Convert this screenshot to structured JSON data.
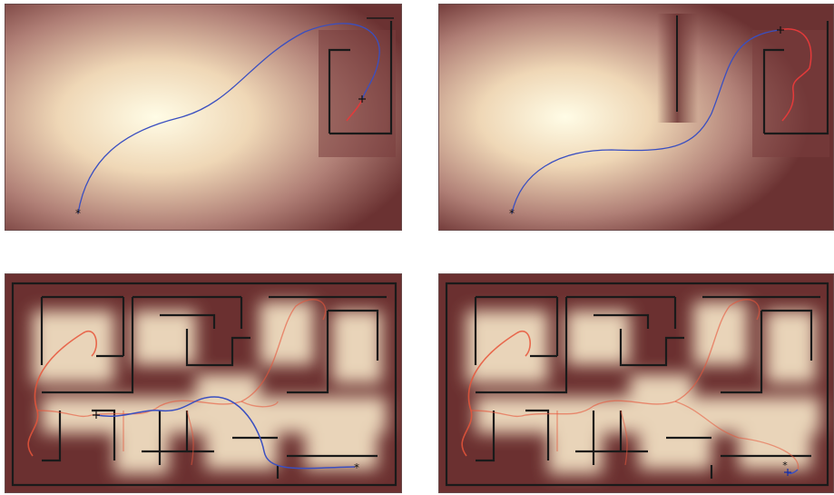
{
  "figure": {
    "panels": [
      {
        "id": "p1",
        "environment": "single-room",
        "planned_path_color": "#3a4fc0",
        "robot_path_color": "#e43a3a"
      },
      {
        "id": "p2",
        "environment": "single-room-with-wall",
        "planned_path_color": "#3a4fc0",
        "robot_path_color": "#e43a3a"
      },
      {
        "id": "p3",
        "environment": "maze",
        "planned_path_color": "#3a4fc0",
        "robot_path_color": "#e8553a"
      },
      {
        "id": "p4",
        "environment": "maze",
        "planned_path_color": "#3a4fc0",
        "robot_path_color": "#e8553a"
      }
    ],
    "colors": {
      "field_low": "#6b3030",
      "field_mid": "#c99888",
      "field_high": "#fffce8",
      "wall": "#1a1a1a"
    },
    "markers": [
      "start-marker",
      "goal-marker"
    ]
  }
}
